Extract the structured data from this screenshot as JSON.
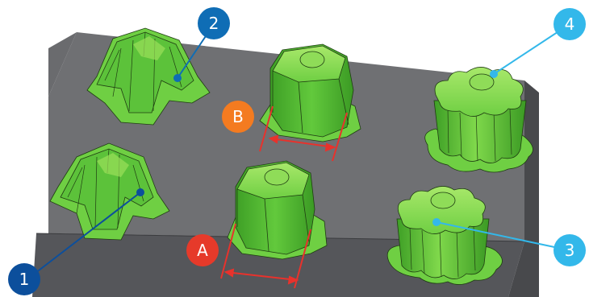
{
  "colors": {
    "background": "#ffffff",
    "block_top": "#6f7073",
    "block_front": "#55565a",
    "block_side": "#48494c",
    "part_green_light": "#9be05a",
    "part_green": "#5cc23a",
    "part_green_dark": "#2f8f1f",
    "edge": "#1f3d12",
    "dimension_red": "#e8322c",
    "callout_dark_blue": "#0c4f9c",
    "callout_mid_blue": "#0f6db5",
    "callout_light_blue": "#33b8ea",
    "callout_orange": "#f47b20",
    "callout_red": "#e63a2a"
  },
  "callouts": {
    "c1": "1",
    "c2": "2",
    "c3": "3",
    "c4": "4",
    "cA": "A",
    "cB": "B"
  }
}
